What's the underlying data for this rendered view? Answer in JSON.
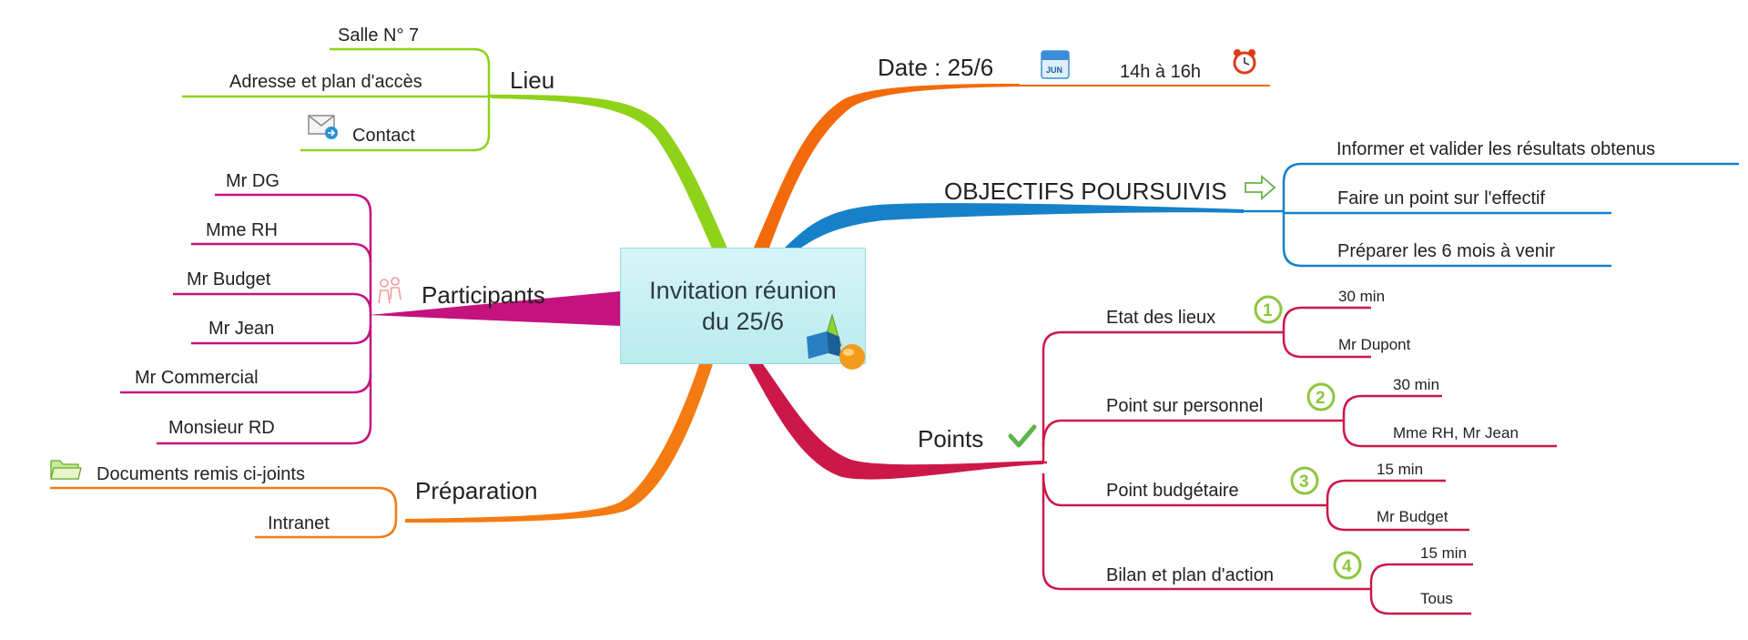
{
  "center": {
    "line1": "Invitation réunion",
    "line2": "du 25/6"
  },
  "lieu": {
    "label": "Lieu",
    "items": [
      "Salle N° 7",
      "Adresse et plan d'accès",
      "Contact"
    ]
  },
  "participants": {
    "label": "Participants",
    "items": [
      "Mr DG",
      "Mme RH",
      "Mr Budget",
      "Mr Jean",
      "Mr Commercial",
      "Monsieur RD"
    ]
  },
  "preparation": {
    "label": "Préparation",
    "items": [
      "Documents remis ci-joints",
      "Intranet"
    ]
  },
  "date": {
    "label": "Date : 25/6",
    "time": "14h à 16h",
    "calendar_text": "JUN"
  },
  "objectifs": {
    "label": "OBJECTIFS POURSUIVIS",
    "items": [
      "Informer et valider les résultats obtenus",
      "Faire un point sur l'effectif",
      "Préparer les 6 mois à venir"
    ]
  },
  "points": {
    "label": "Points",
    "items": [
      {
        "number": "1",
        "title": "Etat des lieux",
        "duration": "30 min",
        "who": "Mr Dupont"
      },
      {
        "number": "2",
        "title": "Point sur personnel",
        "duration": "30 min",
        "who": "Mme RH, Mr Jean"
      },
      {
        "number": "3",
        "title": "Point budgétaire",
        "duration": "15 min",
        "who": "Mr Budget"
      },
      {
        "number": "4",
        "title": "Bilan et plan d'action",
        "duration": "15 min",
        "who": "Tous"
      }
    ]
  },
  "colors": {
    "lieu": "#8fd21a",
    "participants": "#c4127f",
    "preparation": "#f47b12",
    "date": "#f36a0c",
    "objectifs": "#1681c9",
    "points": "#cc1848",
    "numbers": "#8dc63f"
  },
  "icons": {
    "contact": "envelope-icon",
    "participants": "people-icon",
    "preparation": "folder-icon",
    "date": "calendar-icon",
    "time": "alarm-clock-icon",
    "objectifs": "arrow-right-icon",
    "points": "checkmark-icon",
    "center": "3d-shapes-icon"
  }
}
